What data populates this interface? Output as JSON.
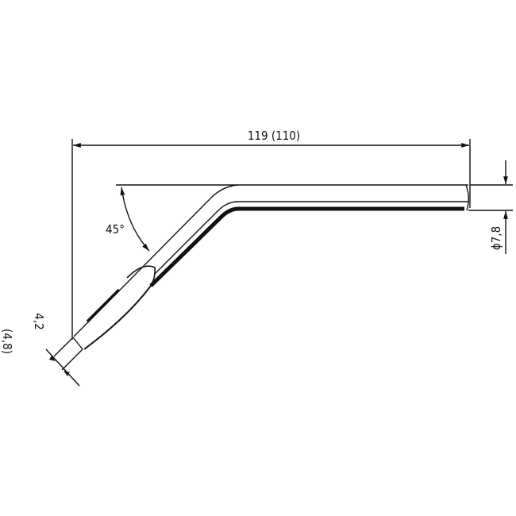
{
  "drawing": {
    "title": "Angled soldering tip dimension drawing",
    "length_label": "119 (110)",
    "angle_label": "45°",
    "diameter_label": "ϕ7,8",
    "tip_width_label": "4,2",
    "tip_width_alt_label": "(4,8)"
  },
  "colors": {
    "line": "#111111",
    "background": "#ffffff"
  }
}
